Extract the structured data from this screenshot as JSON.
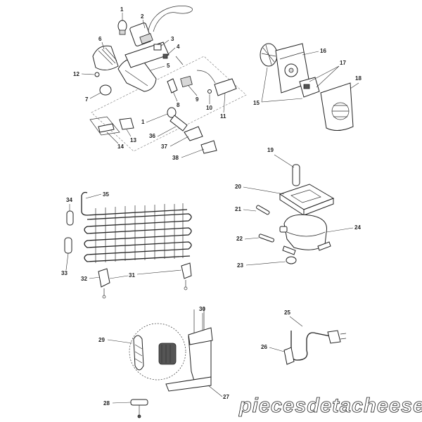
{
  "diagram": {
    "callouts": {
      "p1": "1",
      "p2": "2",
      "p3": "3",
      "p4": "4",
      "p5": "5",
      "p6": "6",
      "p7": "7",
      "p8": "8",
      "p9": "9",
      "p10": "10",
      "p11": "11",
      "p12": "12",
      "p13": "13",
      "p14": "14",
      "p15": "15",
      "p16": "16",
      "p17": "17",
      "p18": "18",
      "p19": "19",
      "p20": "20",
      "p21": "21",
      "p22": "22",
      "p23": "23",
      "p24": "24",
      "p25": "25",
      "p26": "26",
      "p27": "27",
      "p28": "28",
      "p29": "29",
      "p30": "30",
      "p31": "31",
      "p32": "32",
      "p33": "33",
      "p34": "34",
      "p35": "35",
      "p36": "36",
      "p37": "37",
      "p38": "38",
      "p1b": "1"
    },
    "watermark": "piecesdetacheeselec.com"
  }
}
